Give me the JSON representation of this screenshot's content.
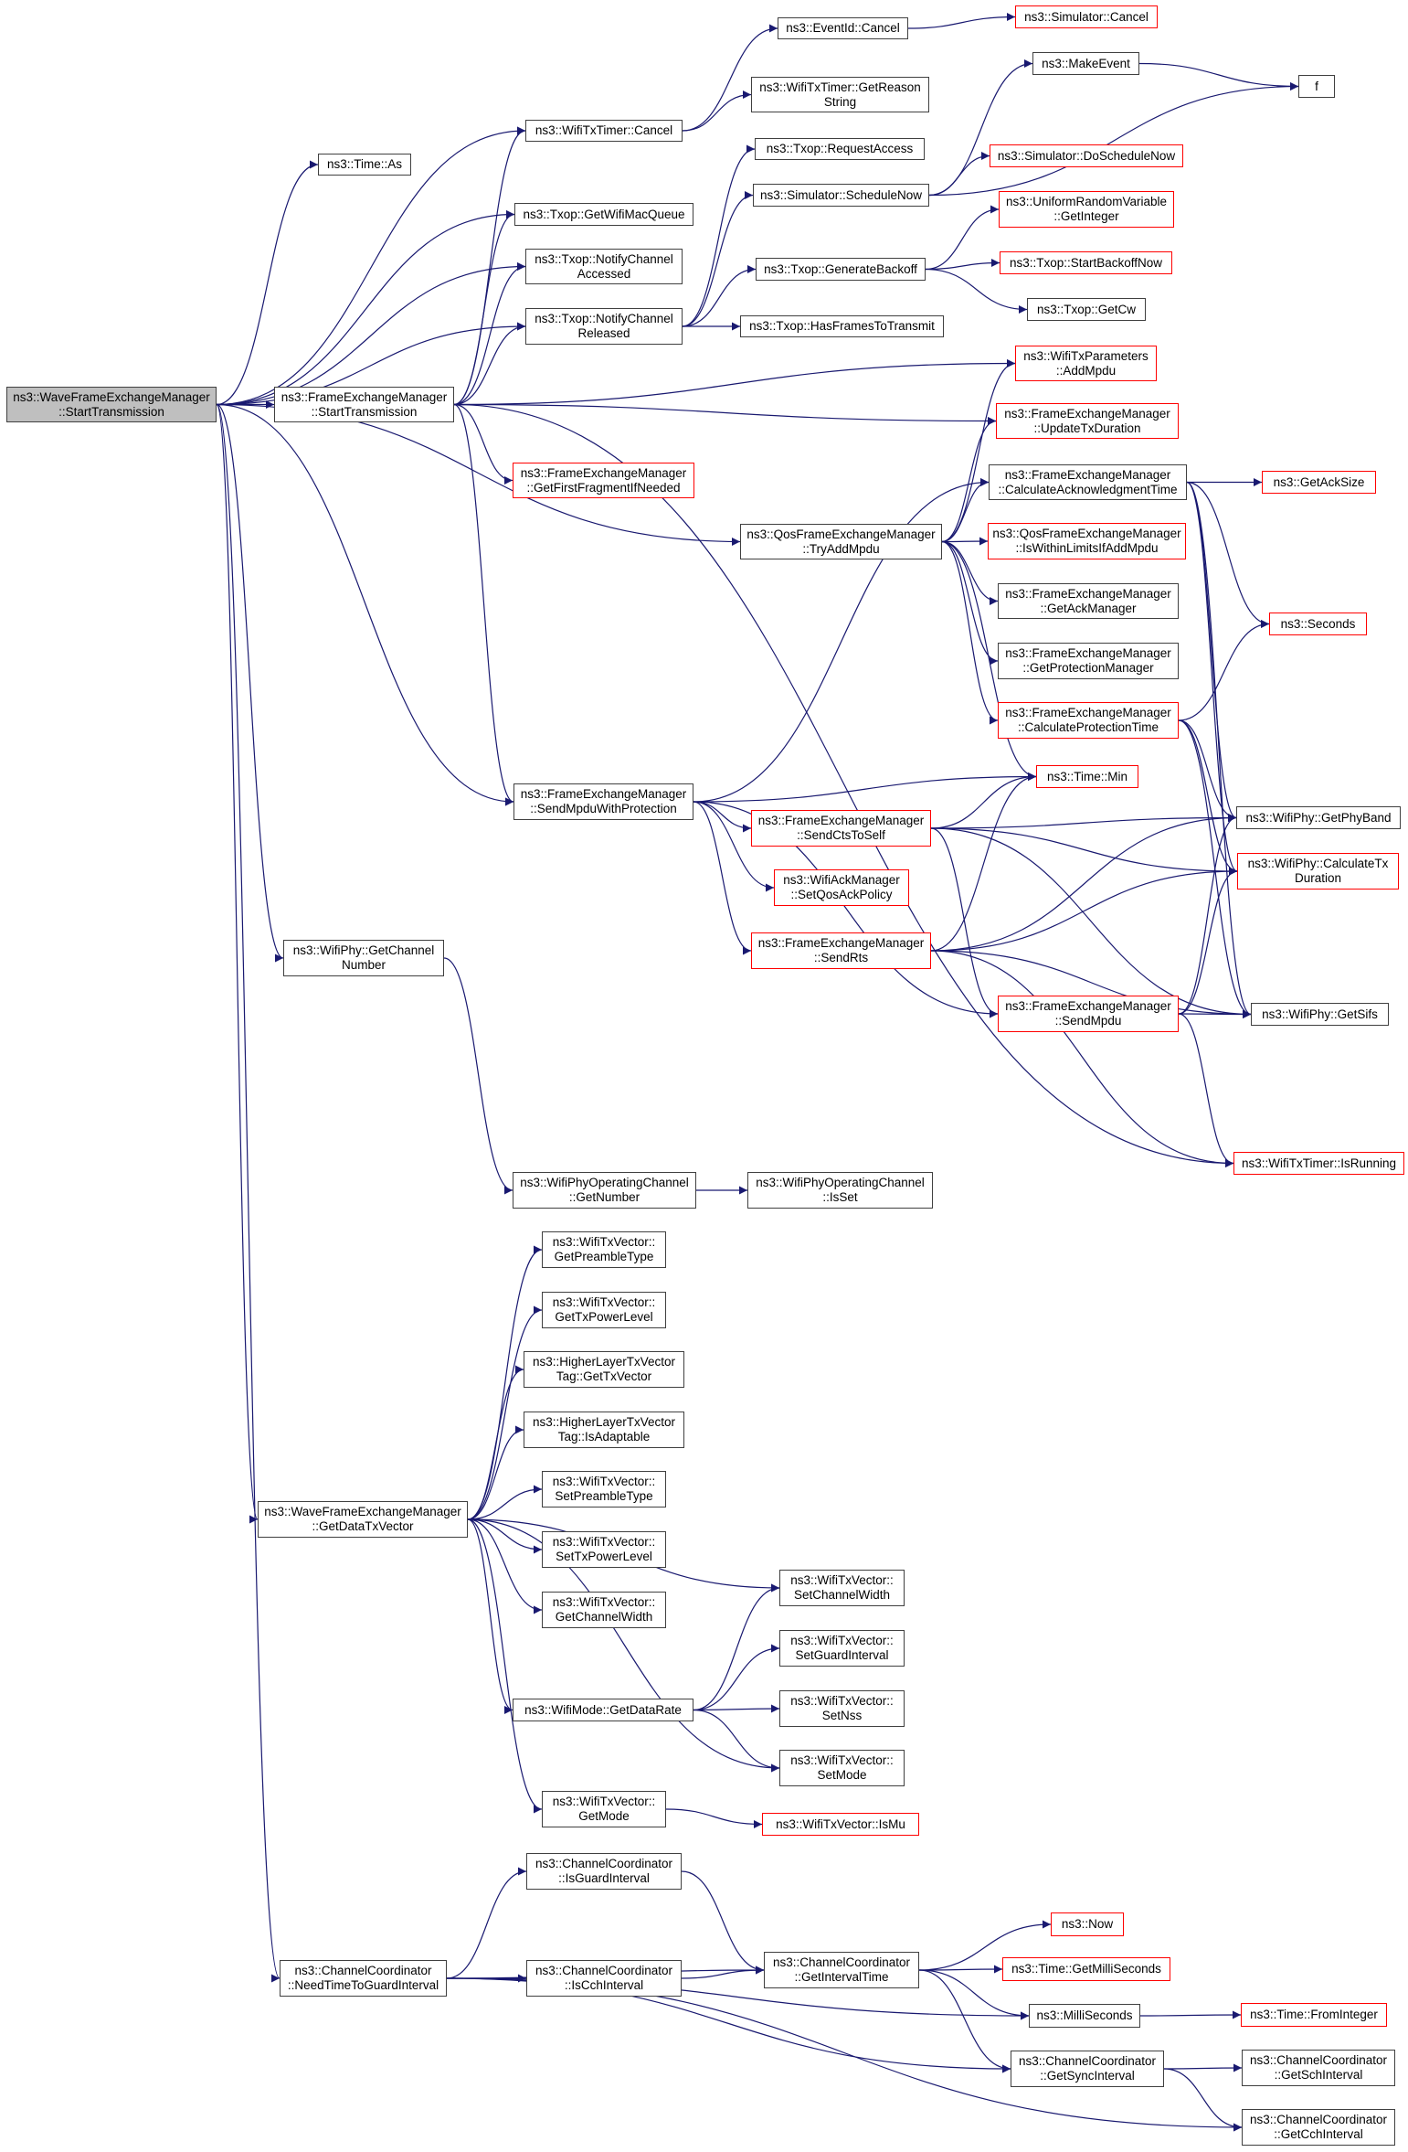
{
  "diagram": {
    "type": "call-graph",
    "colors": {
      "edge": "#191970",
      "node_border": "#404040",
      "truncated_border": "#ff0000",
      "root_fill": "#bfbfbf"
    },
    "root": "n_root",
    "nodes": [
      {
        "id": "n_root",
        "lines": [
          "ns3::WaveFrameExchangeManager",
          "::StartTransmission"
        ],
        "kind": "root"
      },
      {
        "id": "n_time_as",
        "lines": [
          "ns3::Time::As"
        ],
        "kind": "normal"
      },
      {
        "id": "n_txtimer_cancel",
        "lines": [
          "ns3::WifiTxTimer::Cancel"
        ],
        "kind": "normal"
      },
      {
        "id": "n_getwifimacqueue",
        "lines": [
          "ns3::Txop::GetWifiMacQueue"
        ],
        "kind": "normal"
      },
      {
        "id": "n_notifyaccessed",
        "lines": [
          "ns3::Txop::NotifyChannel",
          "Accessed"
        ],
        "kind": "normal"
      },
      {
        "id": "n_notifyreleased",
        "lines": [
          "ns3::Txop::NotifyChannel",
          "Released"
        ],
        "kind": "normal"
      },
      {
        "id": "n_fem_start",
        "lines": [
          "ns3::FrameExchangeManager",
          "::StartTransmission"
        ],
        "kind": "normal"
      },
      {
        "id": "n_getfirstfrag",
        "lines": [
          "ns3::FrameExchangeManager",
          "::GetFirstFragmentIfNeeded"
        ],
        "kind": "truncated"
      },
      {
        "id": "n_eventid_cancel",
        "lines": [
          "ns3::EventId::Cancel"
        ],
        "kind": "normal"
      },
      {
        "id": "n_getreason",
        "lines": [
          "ns3::WifiTxTimer::GetReason",
          "String"
        ],
        "kind": "normal"
      },
      {
        "id": "n_requestaccess",
        "lines": [
          "ns3::Txop::RequestAccess"
        ],
        "kind": "normal"
      },
      {
        "id": "n_schedulenow",
        "lines": [
          "ns3::Simulator::ScheduleNow"
        ],
        "kind": "normal"
      },
      {
        "id": "n_genbackoff",
        "lines": [
          "ns3::Txop::GenerateBackoff"
        ],
        "kind": "normal"
      },
      {
        "id": "n_hasframes",
        "lines": [
          "ns3::Txop::HasFramesToTransmit"
        ],
        "kind": "normal"
      },
      {
        "id": "n_sim_cancel",
        "lines": [
          "ns3::Simulator::Cancel"
        ],
        "kind": "truncated"
      },
      {
        "id": "n_makeevent",
        "lines": [
          "ns3::MakeEvent"
        ],
        "kind": "normal"
      },
      {
        "id": "n_f",
        "lines": [
          "f"
        ],
        "kind": "normal"
      },
      {
        "id": "n_doschedulenow",
        "lines": [
          "ns3::Simulator::DoScheduleNow"
        ],
        "kind": "truncated"
      },
      {
        "id": "n_uniform",
        "lines": [
          "ns3::UniformRandomVariable",
          "::GetInteger"
        ],
        "kind": "truncated"
      },
      {
        "id": "n_startbackoff",
        "lines": [
          "ns3::Txop::StartBackoffNow"
        ],
        "kind": "truncated"
      },
      {
        "id": "n_getcw",
        "lines": [
          "ns3::Txop::GetCw"
        ],
        "kind": "normal"
      },
      {
        "id": "n_addmpdu",
        "lines": [
          "ns3::WifiTxParameters",
          "::AddMpdu"
        ],
        "kind": "truncated"
      },
      {
        "id": "n_updatetx",
        "lines": [
          "ns3::FrameExchangeManager",
          "::UpdateTxDuration"
        ],
        "kind": "truncated"
      },
      {
        "id": "n_calcack",
        "lines": [
          "ns3::FrameExchangeManager",
          "::CalculateAcknowledgmentTime"
        ],
        "kind": "normal"
      },
      {
        "id": "n_getacksize",
        "lines": [
          "ns3::GetAckSize"
        ],
        "kind": "truncated"
      },
      {
        "id": "n_tryaddmpdu",
        "lines": [
          "ns3::QosFrameExchangeManager",
          "::TryAddMpdu"
        ],
        "kind": "normal"
      },
      {
        "id": "n_iswithin",
        "lines": [
          "ns3::QosFrameExchangeManager",
          "::IsWithinLimitsIfAddMpdu"
        ],
        "kind": "truncated"
      },
      {
        "id": "n_getackmgr",
        "lines": [
          "ns3::FrameExchangeManager",
          "::GetAckManager"
        ],
        "kind": "normal"
      },
      {
        "id": "n_getprotmgr",
        "lines": [
          "ns3::FrameExchangeManager",
          "::GetProtectionManager"
        ],
        "kind": "normal"
      },
      {
        "id": "n_calcprot",
        "lines": [
          "ns3::FrameExchangeManager",
          "::CalculateProtectionTime"
        ],
        "kind": "truncated"
      },
      {
        "id": "n_seconds",
        "lines": [
          "ns3::Seconds"
        ],
        "kind": "truncated"
      },
      {
        "id": "n_timemin",
        "lines": [
          "ns3::Time::Min"
        ],
        "kind": "truncated"
      },
      {
        "id": "n_sendmpduprot",
        "lines": [
          "ns3::FrameExchangeManager",
          "::SendMpduWithProtection"
        ],
        "kind": "normal"
      },
      {
        "id": "n_sendcts",
        "lines": [
          "ns3::FrameExchangeManager",
          "::SendCtsToSelf"
        ],
        "kind": "truncated"
      },
      {
        "id": "n_getphyband",
        "lines": [
          "ns3::WifiPhy::GetPhyBand"
        ],
        "kind": "normal"
      },
      {
        "id": "n_calctxdur",
        "lines": [
          "ns3::WifiPhy::CalculateTx",
          "Duration"
        ],
        "kind": "truncated"
      },
      {
        "id": "n_setqosack",
        "lines": [
          "ns3::WifiAckManager",
          "::SetQosAckPolicy"
        ],
        "kind": "truncated"
      },
      {
        "id": "n_sendrts",
        "lines": [
          "ns3::FrameExchangeManager",
          "::SendRts"
        ],
        "kind": "truncated"
      },
      {
        "id": "n_sendmpdu",
        "lines": [
          "ns3::FrameExchangeManager",
          "::SendMpdu"
        ],
        "kind": "truncated"
      },
      {
        "id": "n_getsifs",
        "lines": [
          "ns3::WifiPhy::GetSifs"
        ],
        "kind": "normal"
      },
      {
        "id": "n_isrunning",
        "lines": [
          "ns3::WifiTxTimer::IsRunning"
        ],
        "kind": "truncated"
      },
      {
        "id": "n_getchannum",
        "lines": [
          "ns3::WifiPhy::GetChannel",
          "Number"
        ],
        "kind": "normal"
      },
      {
        "id": "n_opch_getnum",
        "lines": [
          "ns3::WifiPhyOperatingChannel",
          "::GetNumber"
        ],
        "kind": "normal"
      },
      {
        "id": "n_opch_isset",
        "lines": [
          "ns3::WifiPhyOperatingChannel",
          "::IsSet"
        ],
        "kind": "normal"
      },
      {
        "id": "n_getpreamble",
        "lines": [
          "ns3::WifiTxVector::",
          "GetPreambleType"
        ],
        "kind": "normal"
      },
      {
        "id": "n_gettxpower",
        "lines": [
          "ns3::WifiTxVector::",
          "GetTxPowerLevel"
        ],
        "kind": "normal"
      },
      {
        "id": "n_hl_gettxvec",
        "lines": [
          "ns3::HigherLayerTxVector",
          "Tag::GetTxVector"
        ],
        "kind": "normal"
      },
      {
        "id": "n_hl_isadapt",
        "lines": [
          "ns3::HigherLayerTxVector",
          "Tag::IsAdaptable"
        ],
        "kind": "normal"
      },
      {
        "id": "n_setpreamble",
        "lines": [
          "ns3::WifiTxVector::",
          "SetPreambleType"
        ],
        "kind": "normal"
      },
      {
        "id": "n_settxpower",
        "lines": [
          "ns3::WifiTxVector::",
          "SetTxPowerLevel"
        ],
        "kind": "normal"
      },
      {
        "id": "n_getchanwidth",
        "lines": [
          "ns3::WifiTxVector::",
          "GetChannelWidth"
        ],
        "kind": "normal"
      },
      {
        "id": "n_getdatatxvec",
        "lines": [
          "ns3::WaveFrameExchangeManager",
          "::GetDataTxVector"
        ],
        "kind": "normal"
      },
      {
        "id": "n_setchanwidth",
        "lines": [
          "ns3::WifiTxVector::",
          "SetChannelWidth"
        ],
        "kind": "normal"
      },
      {
        "id": "n_setguard",
        "lines": [
          "ns3::WifiTxVector::",
          "SetGuardInterval"
        ],
        "kind": "normal"
      },
      {
        "id": "n_getdatarate",
        "lines": [
          "ns3::WifiMode::GetDataRate"
        ],
        "kind": "normal"
      },
      {
        "id": "n_setnss",
        "lines": [
          "ns3::WifiTxVector::",
          "SetNss"
        ],
        "kind": "normal"
      },
      {
        "id": "n_setmode",
        "lines": [
          "ns3::WifiTxVector::",
          "SetMode"
        ],
        "kind": "normal"
      },
      {
        "id": "n_getmode",
        "lines": [
          "ns3::WifiTxVector::",
          "GetMode"
        ],
        "kind": "normal"
      },
      {
        "id": "n_ismu",
        "lines": [
          "ns3::WifiTxVector::IsMu"
        ],
        "kind": "truncated"
      },
      {
        "id": "n_isguard",
        "lines": [
          "ns3::ChannelCoordinator",
          "::IsGuardInterval"
        ],
        "kind": "normal"
      },
      {
        "id": "n_needtime",
        "lines": [
          "ns3::ChannelCoordinator",
          "::NeedTimeToGuardInterval"
        ],
        "kind": "normal"
      },
      {
        "id": "n_iscch",
        "lines": [
          "ns3::ChannelCoordinator",
          "::IsCchInterval"
        ],
        "kind": "normal"
      },
      {
        "id": "n_getinterval",
        "lines": [
          "ns3::ChannelCoordinator",
          "::GetIntervalTime"
        ],
        "kind": "normal"
      },
      {
        "id": "n_now",
        "lines": [
          "ns3::Now"
        ],
        "kind": "truncated"
      },
      {
        "id": "n_getms",
        "lines": [
          "ns3::Time::GetMilliSeconds"
        ],
        "kind": "truncated"
      },
      {
        "id": "n_milliseconds",
        "lines": [
          "ns3::MilliSeconds"
        ],
        "kind": "normal"
      },
      {
        "id": "n_frominteger",
        "lines": [
          "ns3::Time::FromInteger"
        ],
        "kind": "truncated"
      },
      {
        "id": "n_getsync",
        "lines": [
          "ns3::ChannelCoordinator",
          "::GetSyncInterval"
        ],
        "kind": "normal"
      },
      {
        "id": "n_getsch",
        "lines": [
          "ns3::ChannelCoordinator",
          "::GetSchInterval"
        ],
        "kind": "normal"
      },
      {
        "id": "n_getcch",
        "lines": [
          "ns3::ChannelCoordinator",
          "::GetCchInterval"
        ],
        "kind": "normal"
      }
    ],
    "edges": [
      [
        "n_root",
        "n_time_as"
      ],
      [
        "n_root",
        "n_txtimer_cancel"
      ],
      [
        "n_root",
        "n_getwifimacqueue"
      ],
      [
        "n_root",
        "n_notifyaccessed"
      ],
      [
        "n_root",
        "n_notifyreleased"
      ],
      [
        "n_root",
        "n_fem_start"
      ],
      [
        "n_root",
        "n_tryaddmpdu"
      ],
      [
        "n_root",
        "n_sendmpduprot"
      ],
      [
        "n_root",
        "n_getchannum"
      ],
      [
        "n_root",
        "n_getdatatxvec"
      ],
      [
        "n_root",
        "n_needtime"
      ],
      [
        "n_txtimer_cancel",
        "n_eventid_cancel"
      ],
      [
        "n_txtimer_cancel",
        "n_getreason"
      ],
      [
        "n_eventid_cancel",
        "n_sim_cancel"
      ],
      [
        "n_notifyreleased",
        "n_requestaccess"
      ],
      [
        "n_notifyreleased",
        "n_schedulenow"
      ],
      [
        "n_notifyreleased",
        "n_genbackoff"
      ],
      [
        "n_notifyreleased",
        "n_hasframes"
      ],
      [
        "n_schedulenow",
        "n_makeevent"
      ],
      [
        "n_schedulenow",
        "n_f"
      ],
      [
        "n_schedulenow",
        "n_doschedulenow"
      ],
      [
        "n_makeevent",
        "n_f"
      ],
      [
        "n_genbackoff",
        "n_uniform"
      ],
      [
        "n_genbackoff",
        "n_startbackoff"
      ],
      [
        "n_genbackoff",
        "n_getcw"
      ],
      [
        "n_fem_start",
        "n_txtimer_cancel"
      ],
      [
        "n_fem_start",
        "n_getwifimacqueue"
      ],
      [
        "n_fem_start",
        "n_notifyaccessed"
      ],
      [
        "n_fem_start",
        "n_notifyreleased"
      ],
      [
        "n_fem_start",
        "n_addmpdu"
      ],
      [
        "n_fem_start",
        "n_updatetx"
      ],
      [
        "n_fem_start",
        "n_getfirstfrag"
      ],
      [
        "n_fem_start",
        "n_sendmpduprot"
      ],
      [
        "n_fem_start",
        "n_isrunning"
      ],
      [
        "n_calcack",
        "n_getacksize"
      ],
      [
        "n_calcack",
        "n_seconds"
      ],
      [
        "n_calcack",
        "n_getphyband"
      ],
      [
        "n_calcack",
        "n_calctxdur"
      ],
      [
        "n_calcack",
        "n_getsifs"
      ],
      [
        "n_tryaddmpdu",
        "n_addmpdu"
      ],
      [
        "n_tryaddmpdu",
        "n_updatetx"
      ],
      [
        "n_tryaddmpdu",
        "n_calcack"
      ],
      [
        "n_tryaddmpdu",
        "n_iswithin"
      ],
      [
        "n_tryaddmpdu",
        "n_getackmgr"
      ],
      [
        "n_tryaddmpdu",
        "n_getprotmgr"
      ],
      [
        "n_tryaddmpdu",
        "n_calcprot"
      ],
      [
        "n_tryaddmpdu",
        "n_timemin"
      ],
      [
        "n_calcprot",
        "n_seconds"
      ],
      [
        "n_calcprot",
        "n_getphyband"
      ],
      [
        "n_calcprot",
        "n_calctxdur"
      ],
      [
        "n_calcprot",
        "n_getsifs"
      ],
      [
        "n_sendmpduprot",
        "n_calcack"
      ],
      [
        "n_sendmpduprot",
        "n_timemin"
      ],
      [
        "n_sendmpduprot",
        "n_sendcts"
      ],
      [
        "n_sendmpduprot",
        "n_setqosack"
      ],
      [
        "n_sendmpduprot",
        "n_sendrts"
      ],
      [
        "n_sendmpduprot",
        "n_sendmpdu"
      ],
      [
        "n_sendcts",
        "n_timemin"
      ],
      [
        "n_sendcts",
        "n_getphyband"
      ],
      [
        "n_sendcts",
        "n_calctxdur"
      ],
      [
        "n_sendcts",
        "n_sendmpdu"
      ],
      [
        "n_sendcts",
        "n_getsifs"
      ],
      [
        "n_sendrts",
        "n_timemin"
      ],
      [
        "n_sendrts",
        "n_getphyband"
      ],
      [
        "n_sendrts",
        "n_calctxdur"
      ],
      [
        "n_sendrts",
        "n_getsifs"
      ],
      [
        "n_sendrts",
        "n_isrunning"
      ],
      [
        "n_sendmpdu",
        "n_getphyband"
      ],
      [
        "n_sendmpdu",
        "n_calctxdur"
      ],
      [
        "n_sendmpdu",
        "n_getsifs"
      ],
      [
        "n_sendmpdu",
        "n_isrunning"
      ],
      [
        "n_getchannum",
        "n_opch_getnum"
      ],
      [
        "n_opch_getnum",
        "n_opch_isset"
      ],
      [
        "n_getdatatxvec",
        "n_getpreamble"
      ],
      [
        "n_getdatatxvec",
        "n_gettxpower"
      ],
      [
        "n_getdatatxvec",
        "n_hl_gettxvec"
      ],
      [
        "n_getdatatxvec",
        "n_hl_isadapt"
      ],
      [
        "n_getdatatxvec",
        "n_setpreamble"
      ],
      [
        "n_getdatatxvec",
        "n_settxpower"
      ],
      [
        "n_getdatatxvec",
        "n_getchanwidth"
      ],
      [
        "n_getdatatxvec",
        "n_setchanwidth"
      ],
      [
        "n_getdatatxvec",
        "n_getdatarate"
      ],
      [
        "n_getdatatxvec",
        "n_setmode"
      ],
      [
        "n_getdatatxvec",
        "n_getmode"
      ],
      [
        "n_getdatarate",
        "n_setchanwidth"
      ],
      [
        "n_getdatarate",
        "n_setguard"
      ],
      [
        "n_getdatarate",
        "n_setnss"
      ],
      [
        "n_getdatarate",
        "n_setmode"
      ],
      [
        "n_getmode",
        "n_ismu"
      ],
      [
        "n_needtime",
        "n_isguard"
      ],
      [
        "n_needtime",
        "n_getinterval"
      ],
      [
        "n_needtime",
        "n_iscch"
      ],
      [
        "n_needtime",
        "n_milliseconds"
      ],
      [
        "n_needtime",
        "n_getsync"
      ],
      [
        "n_needtime",
        "n_getcch"
      ],
      [
        "n_isguard",
        "n_getinterval"
      ],
      [
        "n_iscch",
        "n_getinterval"
      ],
      [
        "n_getinterval",
        "n_now"
      ],
      [
        "n_getinterval",
        "n_getms"
      ],
      [
        "n_getinterval",
        "n_milliseconds"
      ],
      [
        "n_getinterval",
        "n_getsync"
      ],
      [
        "n_milliseconds",
        "n_frominteger"
      ],
      [
        "n_getsync",
        "n_getsch"
      ],
      [
        "n_getsync",
        "n_getcch"
      ]
    ]
  }
}
